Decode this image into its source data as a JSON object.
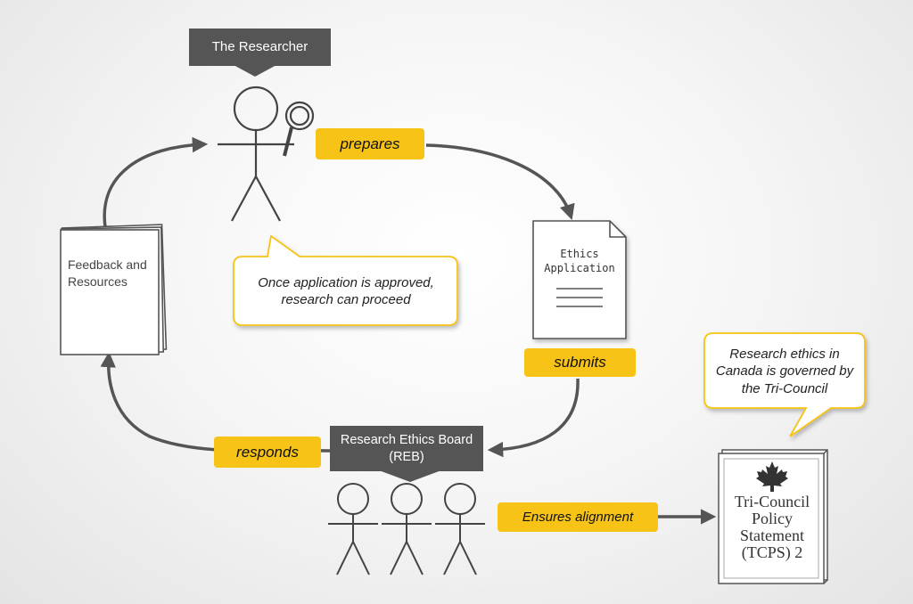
{
  "researcher": {
    "title": "The Researcher"
  },
  "reb": {
    "title": "Research Ethics Board (REB)"
  },
  "actions": {
    "prepares": "prepares",
    "submits": "submits",
    "responds": "responds",
    "ensures": "Ensures alignment"
  },
  "documents": {
    "feedback": "Feedback and Resources",
    "application": "Ethics Application",
    "tcps": "Tri-Council Policy Statement (TCPS) 2"
  },
  "callouts": {
    "approved": "Once application is approved, research can proceed",
    "governed": "Research ethics in Canada is governed by the Tri-Council"
  },
  "colors": {
    "accent_yellow": "#f6c316",
    "banner_gray": "#555555",
    "line_gray": "#555555"
  },
  "icons": [
    "stick-figure-icon",
    "magnifier-icon",
    "document-icon",
    "maple-leaf-icon",
    "book-icon"
  ]
}
